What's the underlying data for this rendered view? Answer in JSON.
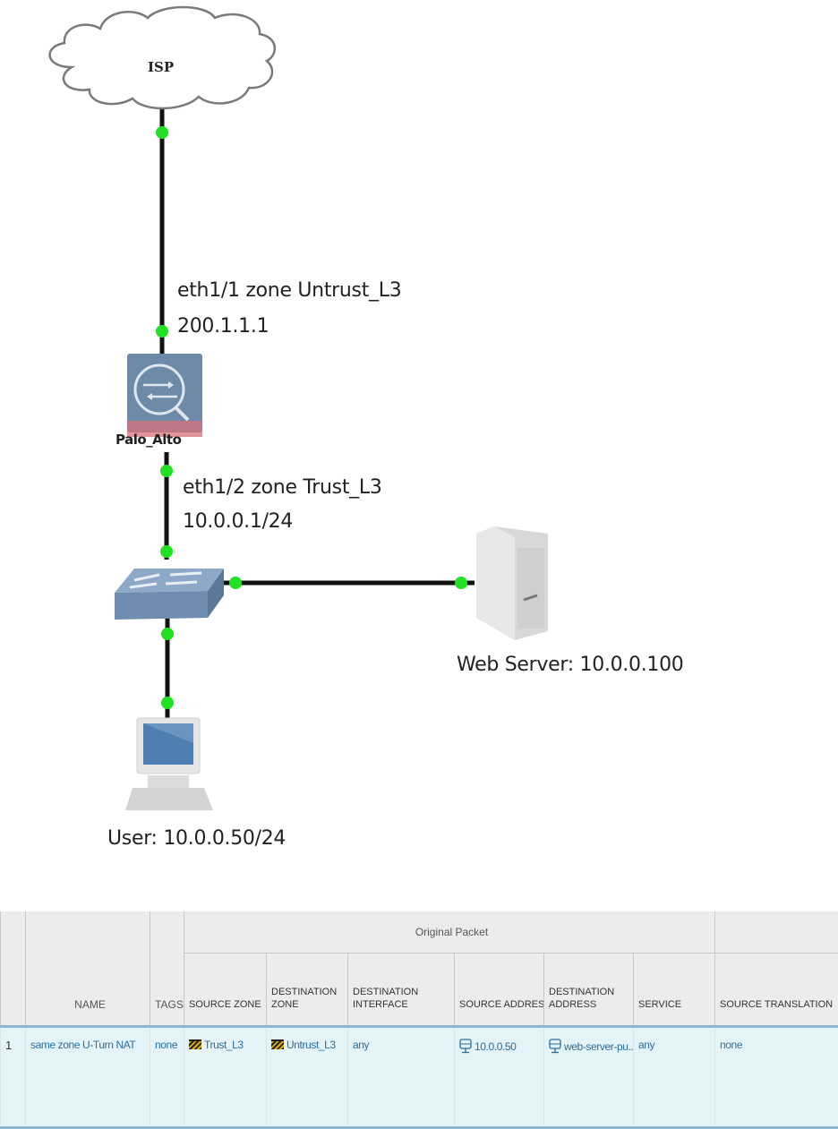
{
  "diagram": {
    "nodes": {
      "isp": {
        "label": "ISP",
        "icon": "cloud-icon"
      },
      "firewall": {
        "label": "Palo_Alto",
        "icon": "firewall-icon"
      },
      "switch": {
        "icon": "switch-icon"
      },
      "web_server": {
        "label": "Web Server: 10.0.0.100",
        "icon": "server-icon"
      },
      "user": {
        "label": "User: 10.0.0.50/24",
        "icon": "workstation-icon"
      }
    },
    "interfaces": {
      "eth1_1": {
        "line1": "eth1/1 zone Untrust_L3",
        "line2": "200.1.1.1"
      },
      "eth1_2": {
        "line1": "eth1/2 zone Trust_L3",
        "line2": "10.0.0.1/24"
      }
    },
    "colors": {
      "link": "#111111",
      "port_up": "#22e022",
      "firewall": "#6d8aa8",
      "switch": "#6e8db0"
    }
  },
  "nat_table": {
    "group_header": "Original Packet",
    "columns": [
      "",
      "NAME",
      "TAGS",
      "SOURCE ZONE",
      "DESTINATION ZONE",
      "DESTINATION INTERFACE",
      "SOURCE ADDRESS",
      "DESTINATION ADDRESS",
      "SERVICE",
      "SOURCE TRANSLATION"
    ],
    "rows": [
      {
        "num": "1",
        "name": "same zone U-Turn NAT",
        "tags": "none",
        "source_zone": "Trust_L3",
        "destination_zone": "Untrust_L3",
        "destination_interface": "any",
        "source_address": "10.0.0.50",
        "destination_address": "web-server-pu...",
        "service": "any",
        "source_translation": "none"
      }
    ],
    "colors": {
      "header_bg": "#ececec",
      "row_bg": "#e3f3f8",
      "link_text": "#2c6e9e",
      "row_border": "#8fb6cf"
    }
  }
}
